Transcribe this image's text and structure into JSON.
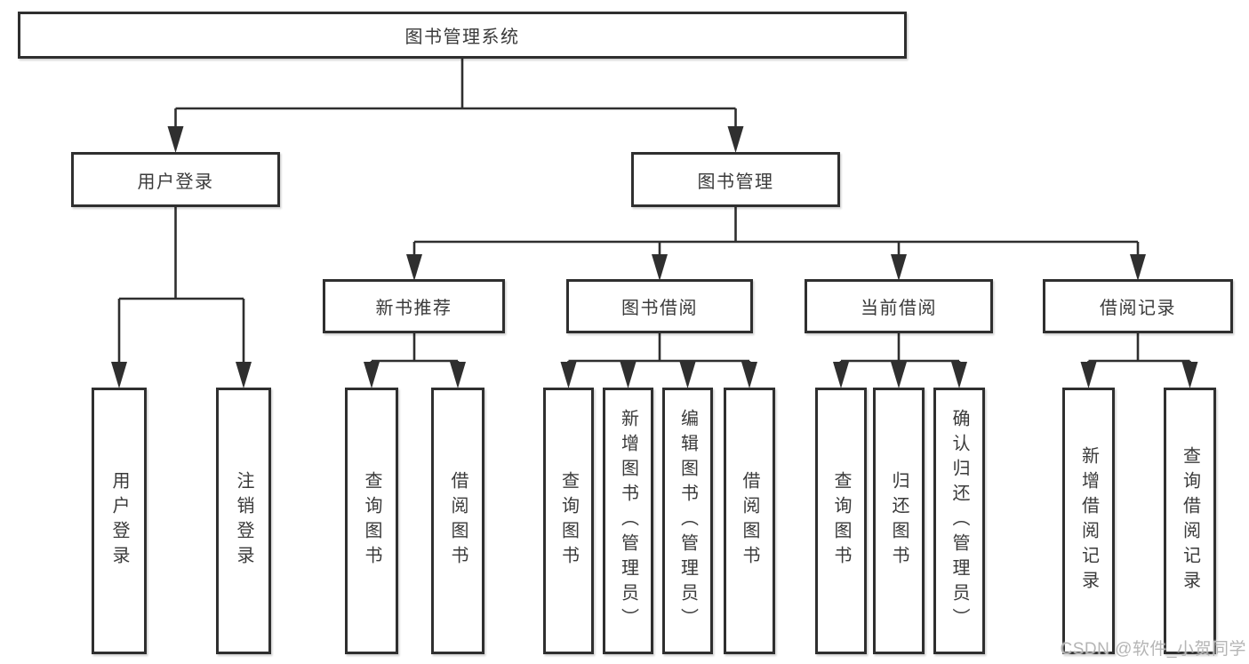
{
  "diagram": {
    "title": "图书管理系统",
    "level2": {
      "user_login": "用户登录",
      "book_mgmt": "图书管理"
    },
    "level3": {
      "new_book_rec": "新书推荐",
      "book_borrow": "图书借阅",
      "current_borrow": "当前借阅",
      "borrow_records": "借阅记录"
    },
    "leaves": {
      "user_login": [
        "用户登录",
        "注销登录"
      ],
      "new_book_rec": [
        "查询图书",
        "借阅图书"
      ],
      "book_borrow": [
        "查询图书",
        "新增图书（管理员）",
        "编辑图书（管理员）",
        "借阅图书"
      ],
      "current_borrow": [
        "查询图书",
        "归还图书",
        "确认归还（管理员）"
      ],
      "borrow_records": [
        "新增借阅记录",
        "查询借阅记录"
      ]
    }
  },
  "watermark": {
    "text": "CSDN @软件_小贺同学"
  },
  "colors": {
    "line": "#2f2f2f",
    "text": "#3a3a3a",
    "watermark": "#b5b5b5"
  }
}
